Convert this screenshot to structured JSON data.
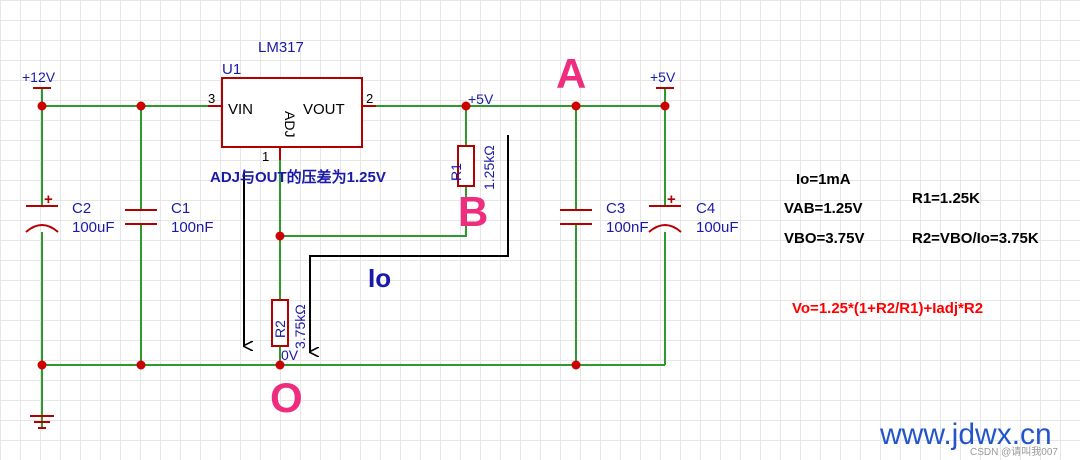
{
  "labels": {
    "u1": "U1",
    "u1_part": "LM317",
    "pin_vin": "VIN",
    "pin_vout": "VOUT",
    "pin_adj": "ADJ",
    "pin3": "3",
    "pin2": "2",
    "pin1": "1",
    "plus12v": "+12V",
    "plus5v_net": "+5V",
    "plus5v_port": "+5V",
    "c2": "C2",
    "c2_val": "100uF",
    "c1": "C1",
    "c1_val": "100nF",
    "c3": "C3",
    "c3_val": "100nF",
    "c4": "C4",
    "c4_val": "100uF",
    "r1": "R1",
    "r1_val": "1.25kΩ",
    "r2": "R2",
    "r2_val": "3.75kΩ",
    "zero_v": "0V",
    "cap_plus_c2": "+",
    "cap_plus_c4": "+"
  },
  "annotations": {
    "adj_note": "ADJ与OUT的压差为1.25V",
    "node_a": "A",
    "node_b": "B",
    "node_o": "O",
    "io": "Io",
    "io_val": "Io=1mA",
    "vab": "VAB=1.25V",
    "vbo": "VBO=3.75V",
    "r1_calc": "R1=1.25K",
    "r2_calc": "R2=VBO/Io=3.75K",
    "formula": "Vo=1.25*(1+R2/R1)+Iadj*R2"
  },
  "watermark": {
    "site": "www.jdwx.cn",
    "csdn": "CSDN @请叫我007"
  },
  "colors": {
    "wire": "#2e9a2e",
    "component": "#b30000",
    "junction": "#cc0000",
    "label_blue": "#1a1aa8",
    "node_pink": "#ee2d7e",
    "formula_red": "#ff0000",
    "watermark_blue": "#2255cc"
  }
}
